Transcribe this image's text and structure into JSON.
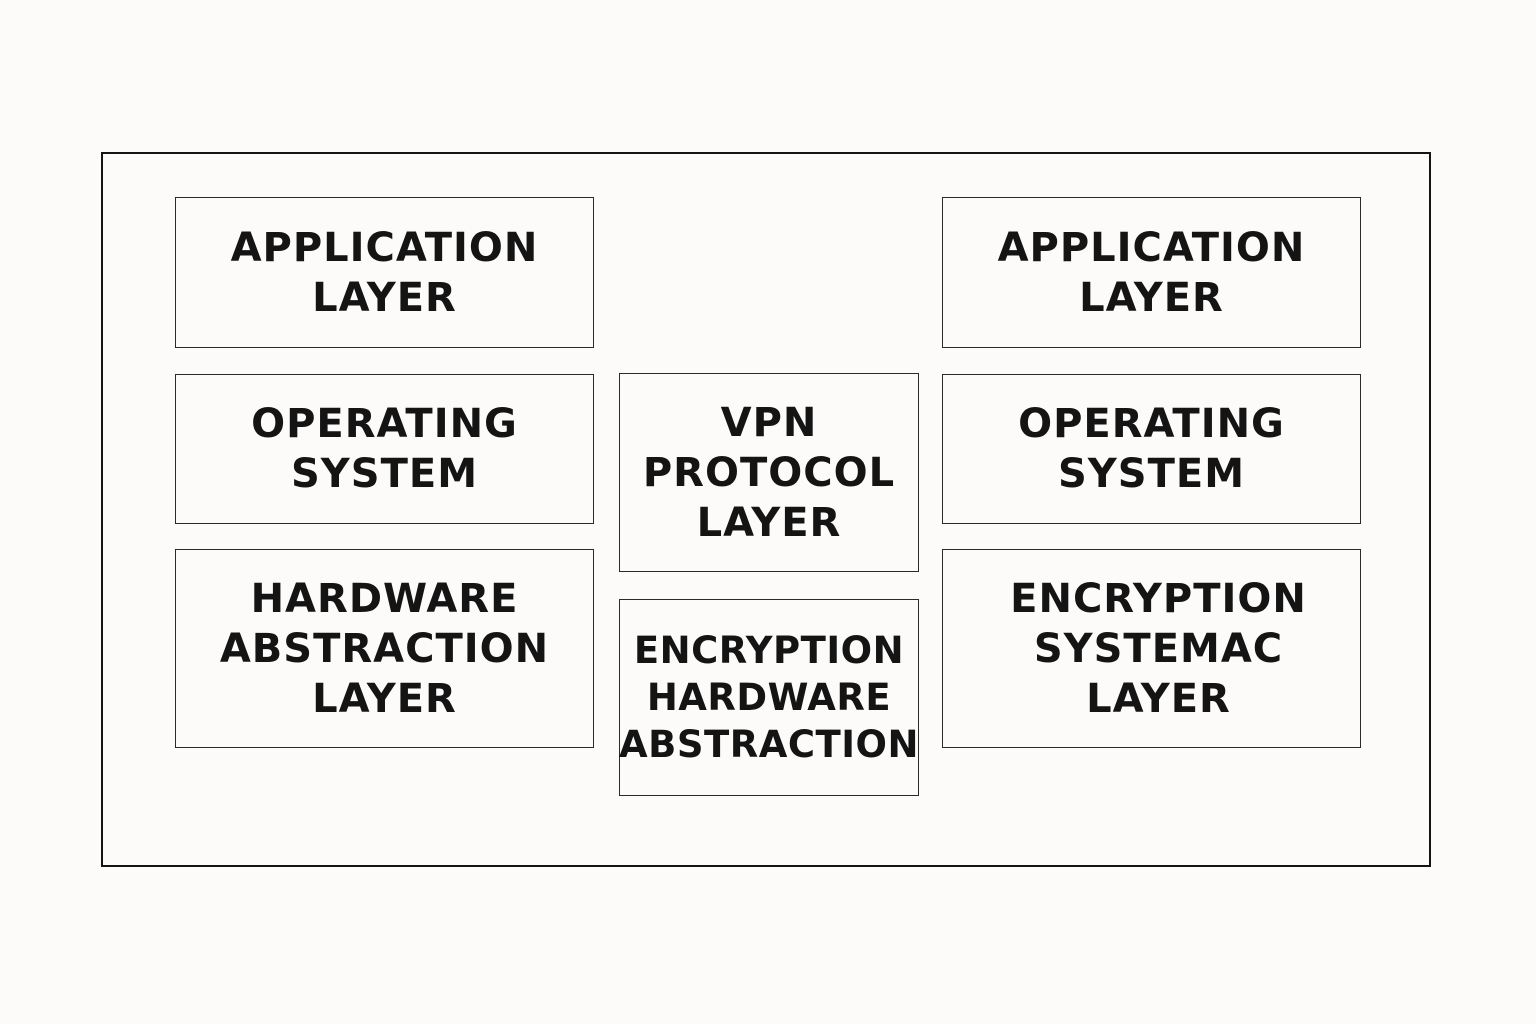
{
  "diagram": {
    "boxes": {
      "left_application": {
        "lines": [
          "APPLICATION",
          "LAYER"
        ]
      },
      "left_os": {
        "lines": [
          "OPERATING",
          "SYSTEM"
        ]
      },
      "left_hal": {
        "lines": [
          "HARDWARE",
          "ABSTRACTION",
          "LAYER"
        ]
      },
      "center_vpn": {
        "lines": [
          "VPN",
          "PROTOCOL",
          "LAYER"
        ]
      },
      "center_encryption": {
        "lines": [
          "ENCRYPTION",
          "HARDWARE",
          "ABSTRACTION"
        ]
      },
      "right_application": {
        "lines": [
          "APPLICATION",
          "LAYER"
        ]
      },
      "right_os": {
        "lines": [
          "OPERATING",
          "SYSTEM"
        ]
      },
      "right_encryption": {
        "lines": [
          "ENCRYPTION",
          "SYSTEMAC",
          "LAYER"
        ]
      }
    },
    "colors": {
      "background": "#fcfbf9",
      "stroke": "#141414",
      "text": "#141414"
    }
  }
}
